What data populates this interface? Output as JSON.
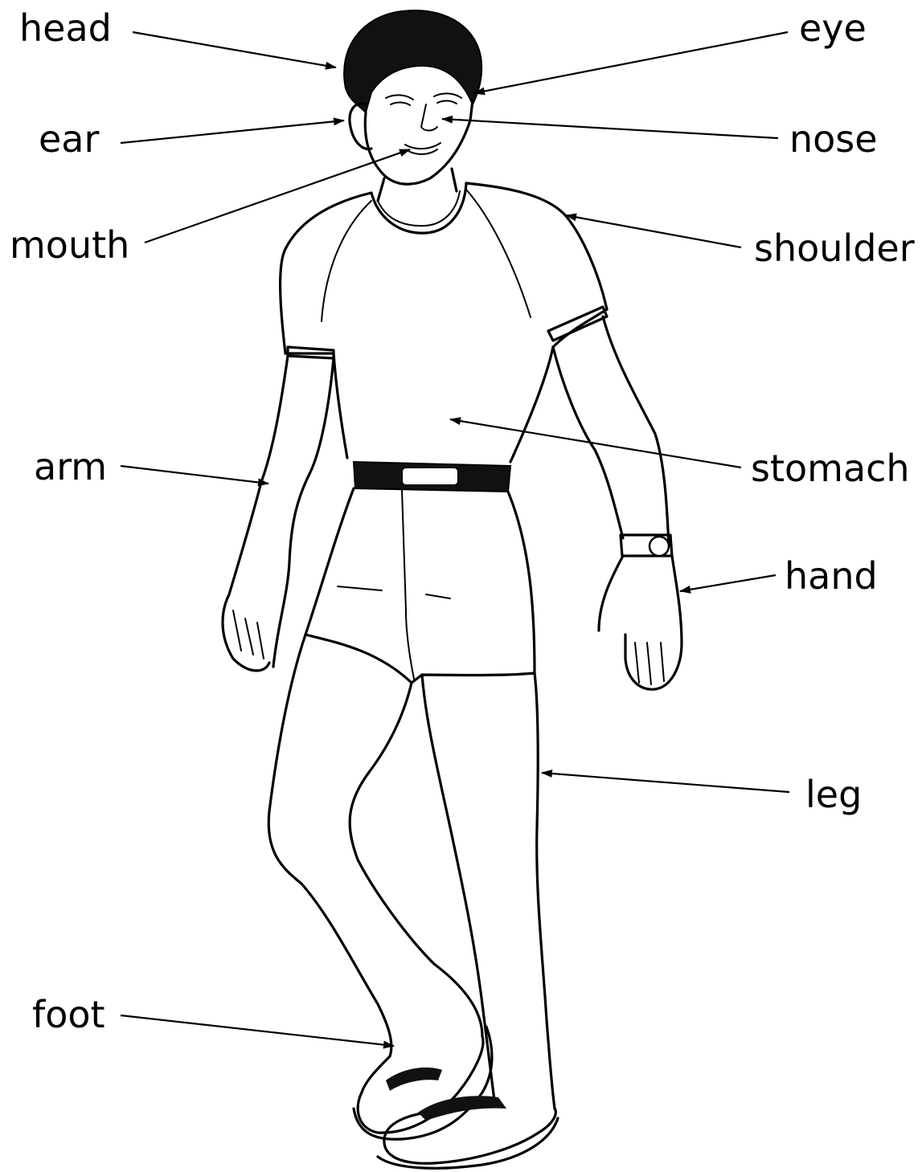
{
  "labels": {
    "head": "head",
    "eye": "eye",
    "ear": "ear",
    "nose": "nose",
    "mouth": "mouth",
    "shoulder": "shoulder",
    "arm": "arm",
    "stomach": "stomach",
    "hand": "hand",
    "leg": "leg",
    "foot": "foot"
  }
}
